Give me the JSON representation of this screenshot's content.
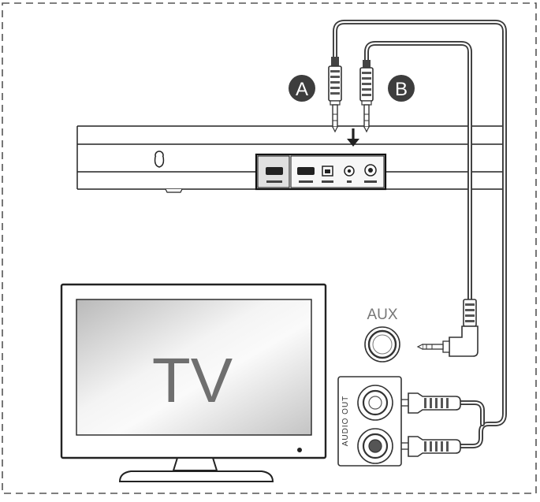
{
  "labels": {
    "plug_a": "A",
    "plug_b": "B",
    "aux": "AUX",
    "audio_out": "AUDIO OUT",
    "tv": "TV"
  },
  "colors": {
    "outline": "#222222",
    "cable": "#3a3a3a",
    "plug_body": "#555555",
    "label_circle": "#3d3d3d",
    "label_text": "#ffffff",
    "tv_text": "#6f6f6f",
    "aux_text": "#777777",
    "border_dash": "#555555"
  }
}
